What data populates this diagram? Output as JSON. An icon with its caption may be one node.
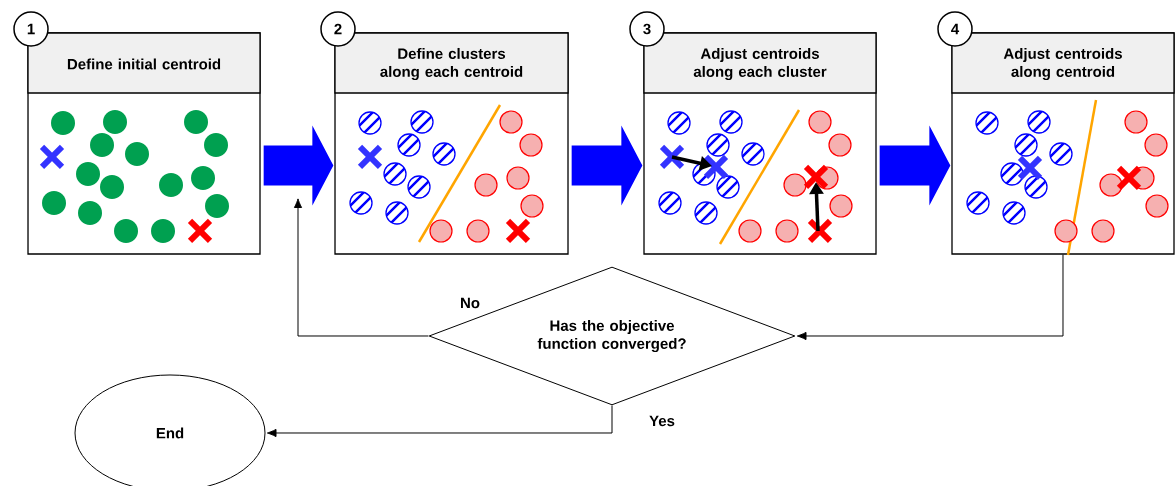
{
  "diagram": {
    "nodes": [
      {
        "text": [
          "1",
          "Define initial centroid"
        ]
      },
      {
        "text": [
          "2",
          "Define clusters along each centroid"
        ]
      },
      {
        "text": [
          "3",
          "Adjust centroids along each cluster"
        ]
      },
      {
        "text": [
          "4",
          "Adjust centroids along centroid"
        ]
      },
      {
        "text": [
          "Has the objective function converged?"
        ]
      },
      {
        "text": [
          "End"
        ]
      }
    ],
    "edges": [
      {
        "from": 0,
        "to": 1,
        "arrow": "to",
        "style": "thick",
        "color": "#0000ff"
      },
      {
        "from": 1,
        "to": 2,
        "arrow": "to",
        "style": "thick",
        "color": "#0000ff"
      },
      {
        "from": 2,
        "to": 3,
        "arrow": "to",
        "style": "thick",
        "color": "#0000ff"
      },
      {
        "from": 3,
        "to": 4,
        "arrow": "to",
        "color": "#000000"
      },
      {
        "from": 4,
        "to": null,
        "arrow": "to",
        "label": "No",
        "color": "#000000"
      },
      {
        "from": 4,
        "to": 5,
        "arrow": "to",
        "label": "Yes",
        "color": "#000000"
      }
    ]
  }
}
